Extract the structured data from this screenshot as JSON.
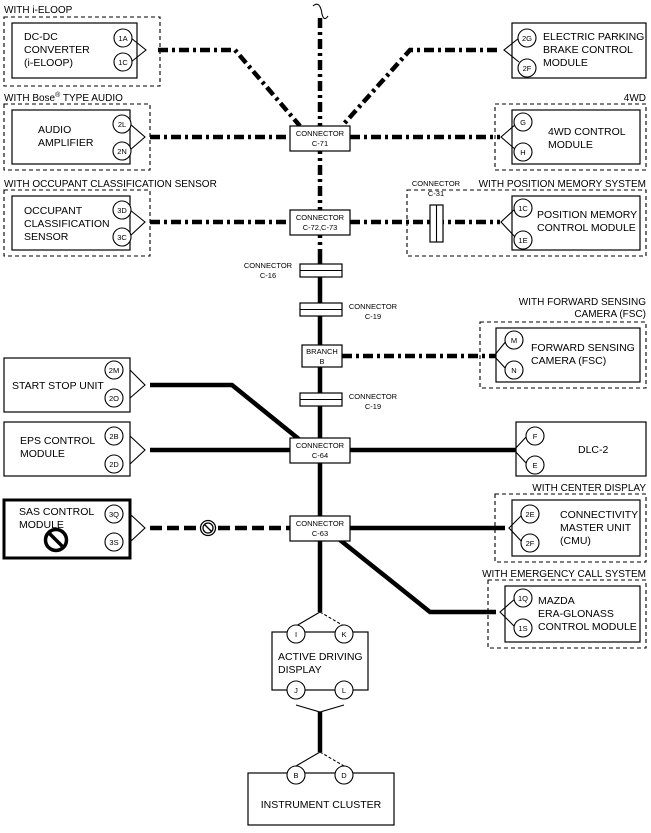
{
  "headers": {
    "ieloop": "WITH i-ELOOP",
    "bose_prefix": "WITH Bose",
    "bose_reg": "®",
    "bose_suffix": " TYPE AUDIO",
    "occupant": "WITH OCCUPANT CLASSIFICATION SENSOR",
    "fourwd": "4WD",
    "position": "WITH POSITION MEMORY SYSTEM",
    "fsc_line1": "WITH FORWARD SENSING",
    "fsc_line2": "CAMERA (FSC)",
    "center": "WITH CENTER DISPLAY",
    "emergency": "WITH EMERGENCY CALL SYSTEM"
  },
  "modules": {
    "dcdc": [
      "DC-DC",
      "CONVERTER",
      "(i-ELOOP)"
    ],
    "epb": [
      "ELECTRIC PARKING",
      "BRAKE CONTROL",
      "MODULE"
    ],
    "audio": [
      "AUDIO",
      "AMPLIFIER"
    ],
    "fourwd": [
      "4WD CONTROL",
      "MODULE"
    ],
    "occupant": [
      "OCCUPANT",
      "CLASSIFICATION",
      "SENSOR"
    ],
    "position": [
      "POSITION MEMORY",
      "CONTROL MODULE"
    ],
    "fsc": [
      "FORWARD SENSING",
      "CAMERA (FSC)"
    ],
    "startstop": [
      "START STOP UNIT"
    ],
    "eps": [
      "EPS CONTROL",
      "MODULE"
    ],
    "dlc": [
      "DLC-2"
    ],
    "sas": [
      "SAS CONTROL",
      "MODULE"
    ],
    "cmu": [
      "CONNECTIVITY",
      "MASTER UNIT",
      "(CMU)"
    ],
    "era": [
      "MAZDA",
      "ERA-GLONASS",
      "CONTROL MODULE"
    ],
    "add": [
      "ACTIVE DRIVING",
      "DISPLAY"
    ],
    "cluster": [
      "INSTRUMENT CLUSTER"
    ]
  },
  "pins": {
    "dcdc": [
      "1A",
      "1C"
    ],
    "epb": [
      "2G",
      "2F"
    ],
    "audio": [
      "2L",
      "2N"
    ],
    "fourwd": [
      "G",
      "H"
    ],
    "occupant": [
      "3D",
      "3C"
    ],
    "position": [
      "1C",
      "1E"
    ],
    "fsc": [
      "M",
      "N"
    ],
    "startstop": [
      "2M",
      "2O"
    ],
    "eps": [
      "2B",
      "2D"
    ],
    "dlc": [
      "F",
      "E"
    ],
    "sas": [
      "3Q",
      "3S"
    ],
    "cmu": [
      "2E",
      "2F"
    ],
    "era": [
      "1Q",
      "1S"
    ],
    "add_top": [
      "I",
      "K"
    ],
    "add_bottom": [
      "J",
      "L"
    ],
    "cluster": [
      "B",
      "D"
    ]
  },
  "connectors": {
    "c71": [
      "CONNECTOR",
      "C-71"
    ],
    "c7273": [
      "CONNECTOR",
      "C-72,C-73"
    ],
    "c31": [
      "CONNECTOR",
      "C-31"
    ],
    "c16": [
      "CONNECTOR",
      "C-16"
    ],
    "c19a": [
      "CONNECTOR",
      "C-19"
    ],
    "branch": [
      "BRANCH",
      "B"
    ],
    "c19b": [
      "CONNECTOR",
      "C-19"
    ],
    "c64": [
      "CONNECTOR",
      "C-64"
    ],
    "c63": [
      "CONNECTOR",
      "C-63"
    ]
  }
}
